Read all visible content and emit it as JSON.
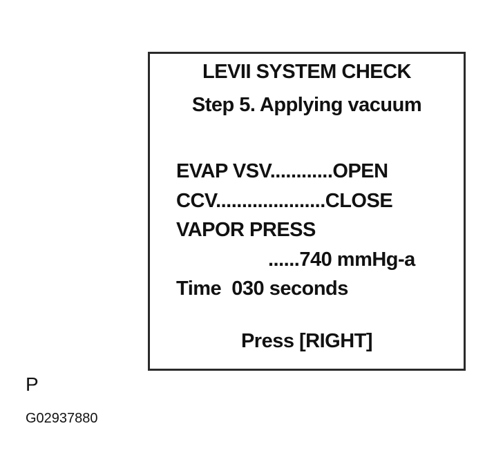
{
  "screen": {
    "title": "LEVII SYSTEM CHECK",
    "step": "Step 5. Applying vacuum",
    "lines": [
      "EVAP VSV............OPEN",
      "CCV.....................CLOSE",
      "VAPOR PRESS",
      "......740 mmHg-a",
      "Time  030 seconds"
    ],
    "prompt": "Press [RIGHT]"
  },
  "footer": {
    "mark": "P",
    "figure_id": "G02937880"
  }
}
